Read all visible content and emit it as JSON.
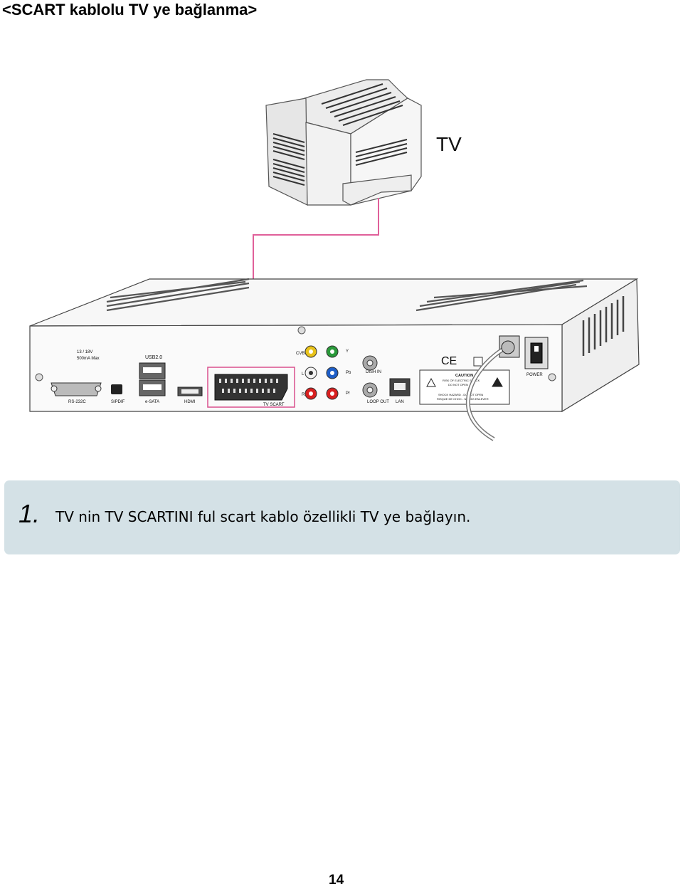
{
  "page": {
    "title": "<SCART kablolu TV ye bağlanma>",
    "page_number": "14"
  },
  "diagram": {
    "tv_label": "TV",
    "cable_color": "#e0609a",
    "highlight_color": "#d94f8c",
    "labels": {
      "dc": "13 / 18V",
      "dc_current": "500mA Max",
      "usb": "USB2.0",
      "esata": "e-SATA",
      "rs232": "RS-232C",
      "spdif": "S/PDIF",
      "hdmi": "HDMI",
      "tv_scart": "TV SCART",
      "cvbs": "CVBS",
      "audio_l": "L",
      "audio_r": "R",
      "comp_y": "Y",
      "comp_pb": "Pb",
      "comp_pr": "Pr",
      "dish_in": "DISH IN",
      "loop_out": "LOOP OUT",
      "lan": "LAN",
      "ce": "CE",
      "power": "POWER",
      "caution_title": "CAUTION",
      "caution_line1": "RISK OF ELECTRIC SHOCK",
      "caution_line2": "DO NOT OPEN",
      "warning_line1": "SHOCK HAZARD - DO NOT OPEN",
      "warning_line2": "RISQUE DE CHOC - NE PAS ENLEVER"
    }
  },
  "steps": [
    {
      "number": "1.",
      "text": "TV nin TV SCARTINI ful scart kablo özellikli TV ye bağlayın."
    }
  ]
}
